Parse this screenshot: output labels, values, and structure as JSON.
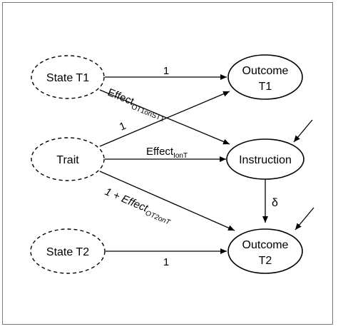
{
  "nodes": {
    "state_t1": "State T1",
    "trait": "Trait",
    "state_t2": "State T2",
    "outcome_t1_line1": "Outcome",
    "outcome_t1_line2": "T1",
    "instruction": "Instruction",
    "outcome_t2_line1": "Outcome",
    "outcome_t2_line2": "T2"
  },
  "edges": {
    "state_t1_to_outcome_t1": "1",
    "state_t1_to_instruction_main": "Effect",
    "state_t1_to_instruction_sub": "OT1onST1",
    "trait_to_outcome_t1": "1",
    "trait_to_instruction_main": "Effect",
    "trait_to_instruction_sub": "IonT",
    "trait_to_outcome_t2_main": "1 + Effect",
    "trait_to_outcome_t2_sub": "OT2onT",
    "instruction_to_outcome_t2": "δ",
    "state_t2_to_outcome_t2": "1"
  }
}
